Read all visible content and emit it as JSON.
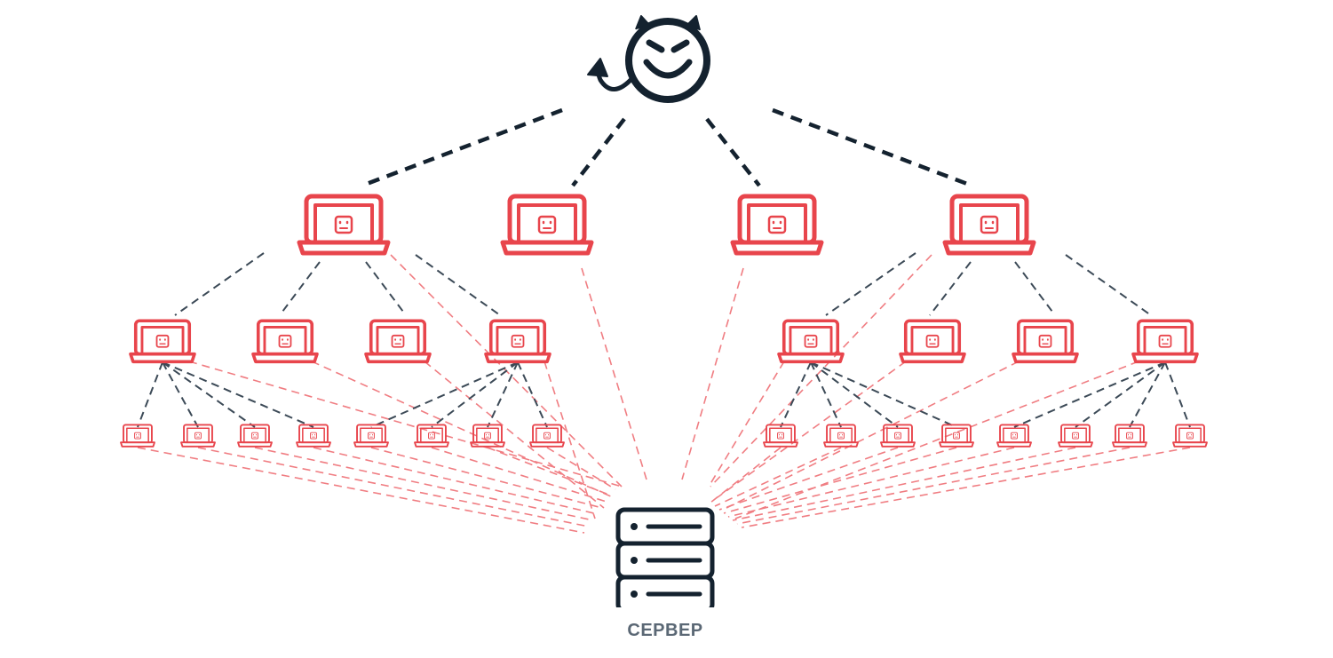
{
  "server": {
    "label": "СЕРВЕР",
    "icon": "server-icon"
  },
  "attacker": {
    "icon": "devil-smiley-icon"
  },
  "nodes": {
    "level1_count": 4,
    "level2_count": 8,
    "level3_count": 16,
    "icon": "infected-laptop-icon"
  },
  "colors": {
    "attacker": "#14222f",
    "infected": "#e8454c",
    "traffic": "#f07d82",
    "control": "#3c4a57",
    "label": "#5b6875"
  }
}
